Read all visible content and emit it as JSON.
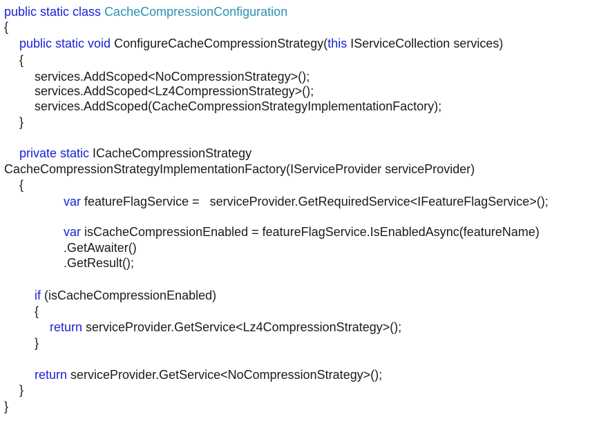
{
  "code": {
    "lines": [
      {
        "indent": 0,
        "tokens": [
          {
            "t": "public static class ",
            "c": "kw"
          },
          {
            "t": "CacheCompressionConfiguration",
            "c": "type"
          }
        ]
      },
      {
        "indent": 0,
        "tokens": [
          {
            "t": "{",
            "c": "plain"
          }
        ]
      },
      {
        "indent": 1,
        "tokens": [
          {
            "t": "public static void ",
            "c": "kw"
          },
          {
            "t": "ConfigureCacheCompressionStrategy(",
            "c": "plain"
          },
          {
            "t": "this",
            "c": "kw"
          },
          {
            "t": " IServiceCollection services)",
            "c": "plain"
          }
        ]
      },
      {
        "indent": 1,
        "tokens": [
          {
            "t": "{",
            "c": "plain"
          }
        ]
      },
      {
        "indent": 2,
        "tokens": [
          {
            "t": "services.AddScoped<NoCompressionStrategy>();",
            "c": "plain"
          }
        ]
      },
      {
        "indent": 2,
        "tokens": [
          {
            "t": "services.AddScoped<Lz4CompressionStrategy>();",
            "c": "plain"
          }
        ]
      },
      {
        "indent": 2,
        "tokens": [
          {
            "t": "services.AddScoped(CacheCompressionStrategyImplementationFactory);",
            "c": "plain"
          }
        ]
      },
      {
        "indent": 1,
        "tokens": [
          {
            "t": "}",
            "c": "plain"
          }
        ]
      },
      {
        "indent": 1,
        "tokens": [
          {
            "t": "private static ",
            "c": "kw"
          },
          {
            "t": "ICacheCompressionStrategy",
            "c": "plain"
          }
        ]
      },
      {
        "indent": 0,
        "tokens": [
          {
            "t": "CacheCompressionStrategyImplementationFactory(IServiceProvider serviceProvider)",
            "c": "plain"
          }
        ]
      },
      {
        "indent": 1,
        "tokens": [
          {
            "t": "{",
            "c": "plain"
          }
        ]
      },
      {
        "indent": 4,
        "tokens": [
          {
            "t": "var",
            "c": "kw"
          },
          {
            "t": " featureFlagService =   serviceProvider.GetRequiredService<IFeatureFlagService>();",
            "c": "plain"
          }
        ]
      },
      {
        "indent": 4,
        "tokens": [
          {
            "t": "var",
            "c": "kw"
          },
          {
            "t": " isCacheCompressionEnabled = featureFlagService.IsEnabledAsync(featureName)",
            "c": "plain"
          }
        ]
      },
      {
        "indent": 4,
        "tokens": [
          {
            "t": ".GetAwaiter()",
            "c": "plain"
          }
        ]
      },
      {
        "indent": 4,
        "tokens": [
          {
            "t": ".GetResult();",
            "c": "plain"
          }
        ]
      },
      {
        "indent": 2,
        "tokens": [
          {
            "t": "if",
            "c": "kw"
          },
          {
            "t": " (isCacheCompressionEnabled)",
            "c": "plain"
          }
        ]
      },
      {
        "indent": 2,
        "tokens": [
          {
            "t": "{",
            "c": "plain"
          }
        ]
      },
      {
        "indent": 3,
        "tokens": [
          {
            "t": "return",
            "c": "kw"
          },
          {
            "t": " serviceProvider.GetService<Lz4CompressionStrategy>();",
            "c": "plain"
          }
        ]
      },
      {
        "indent": 2,
        "tokens": [
          {
            "t": "}",
            "c": "plain"
          }
        ]
      },
      {
        "indent": 2,
        "tokens": [
          {
            "t": "return",
            "c": "kw"
          },
          {
            "t": " serviceProvider.GetService<NoCompressionStrategy>();",
            "c": "plain"
          }
        ]
      },
      {
        "indent": 1,
        "tokens": [
          {
            "t": "}",
            "c": "plain"
          }
        ]
      },
      {
        "indent": 0,
        "tokens": [
          {
            "t": "}",
            "c": "plain"
          }
        ]
      }
    ]
  },
  "colors": {
    "keyword": "#1a22d6",
    "type_name": "#2b91af",
    "text": "#1a1a1a",
    "background": "#ffffff"
  }
}
